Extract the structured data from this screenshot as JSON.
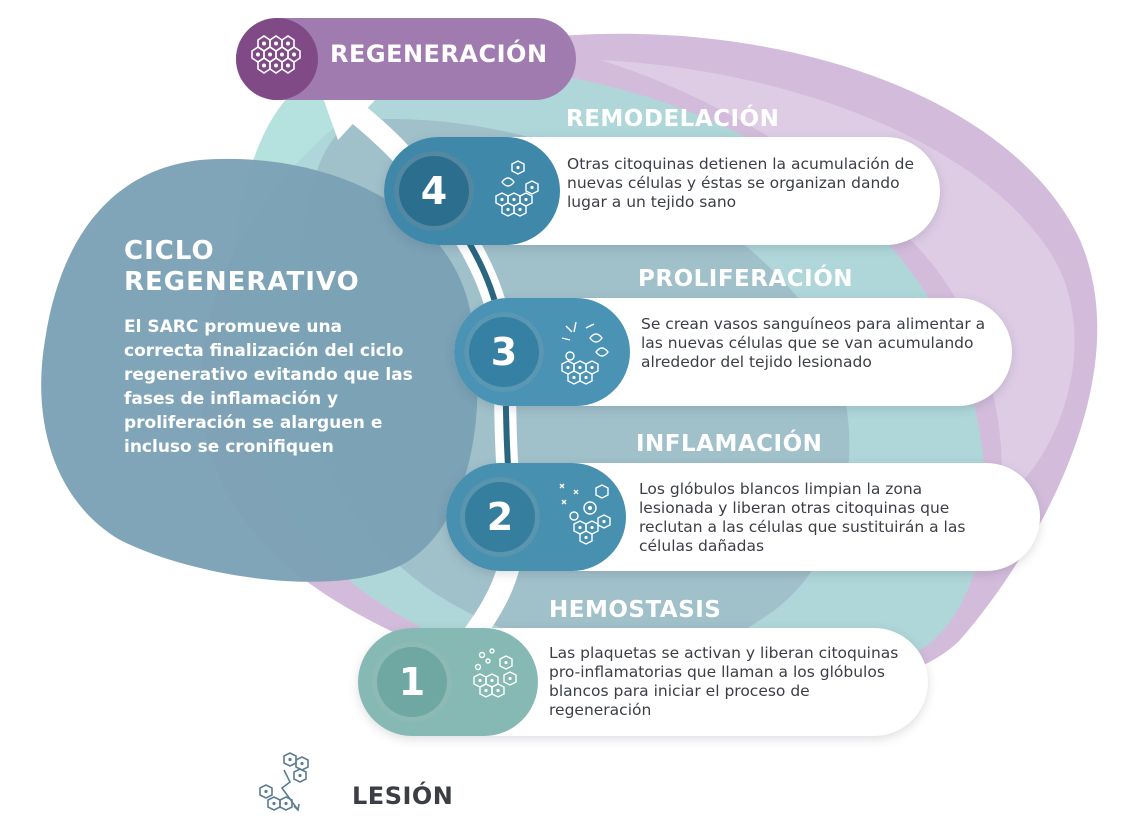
{
  "regeneration": {
    "label": "REGENERACIÓN",
    "pill_color": "#a07bb0",
    "icon_color": "#7f4a85"
  },
  "cycle": {
    "title": "CICLO REGENERATIVO",
    "description": "El SARC promueve una correcta finalización del ciclo regenerativo evitando que las fases de inflamación y proliferación se alarguen e incluso se cronifiquen"
  },
  "phases": [
    {
      "number": "4",
      "title": "REMODELACIÓN",
      "text": "Otras citoquinas detienen la acumulación de nuevas células y éstas se organizan dando lugar a un tejido sano",
      "color": "#3f88aa",
      "dark_color": "#2c6e8e",
      "icon": "cells-organized-icon"
    },
    {
      "number": "3",
      "title": "PROLIFERACIÓN",
      "text": "Se crean vasos sanguíneos para alimentar a las nuevas células que se van acumulando alrededor del tejido lesionado",
      "color": "#4a93b5",
      "dark_color": "#3680a3",
      "icon": "cells-vessels-icon"
    },
    {
      "number": "2",
      "title": "INFLAMACIÓN",
      "text": "Los glóbulos blancos limpian la zona lesionada y liberan otras citoquinas que reclutan a las células que sustituirán a las células dañadas",
      "color": "#4890b0",
      "dark_color": "#357e9e",
      "icon": "cells-inflammation-icon"
    },
    {
      "number": "1",
      "title": "HEMOSTASIS",
      "text": "Las plaquetas se activan y liberan citoquinas pro-inflamatorias que llaman a los glóbulos blancos para iniciar el proceso de regeneración",
      "color": "#86b9b4",
      "dark_color": "#6fa7a2",
      "icon": "cells-platelets-icon"
    }
  ],
  "lesion": {
    "label": "LESIÓN",
    "icon": "broken-cells-icon"
  }
}
